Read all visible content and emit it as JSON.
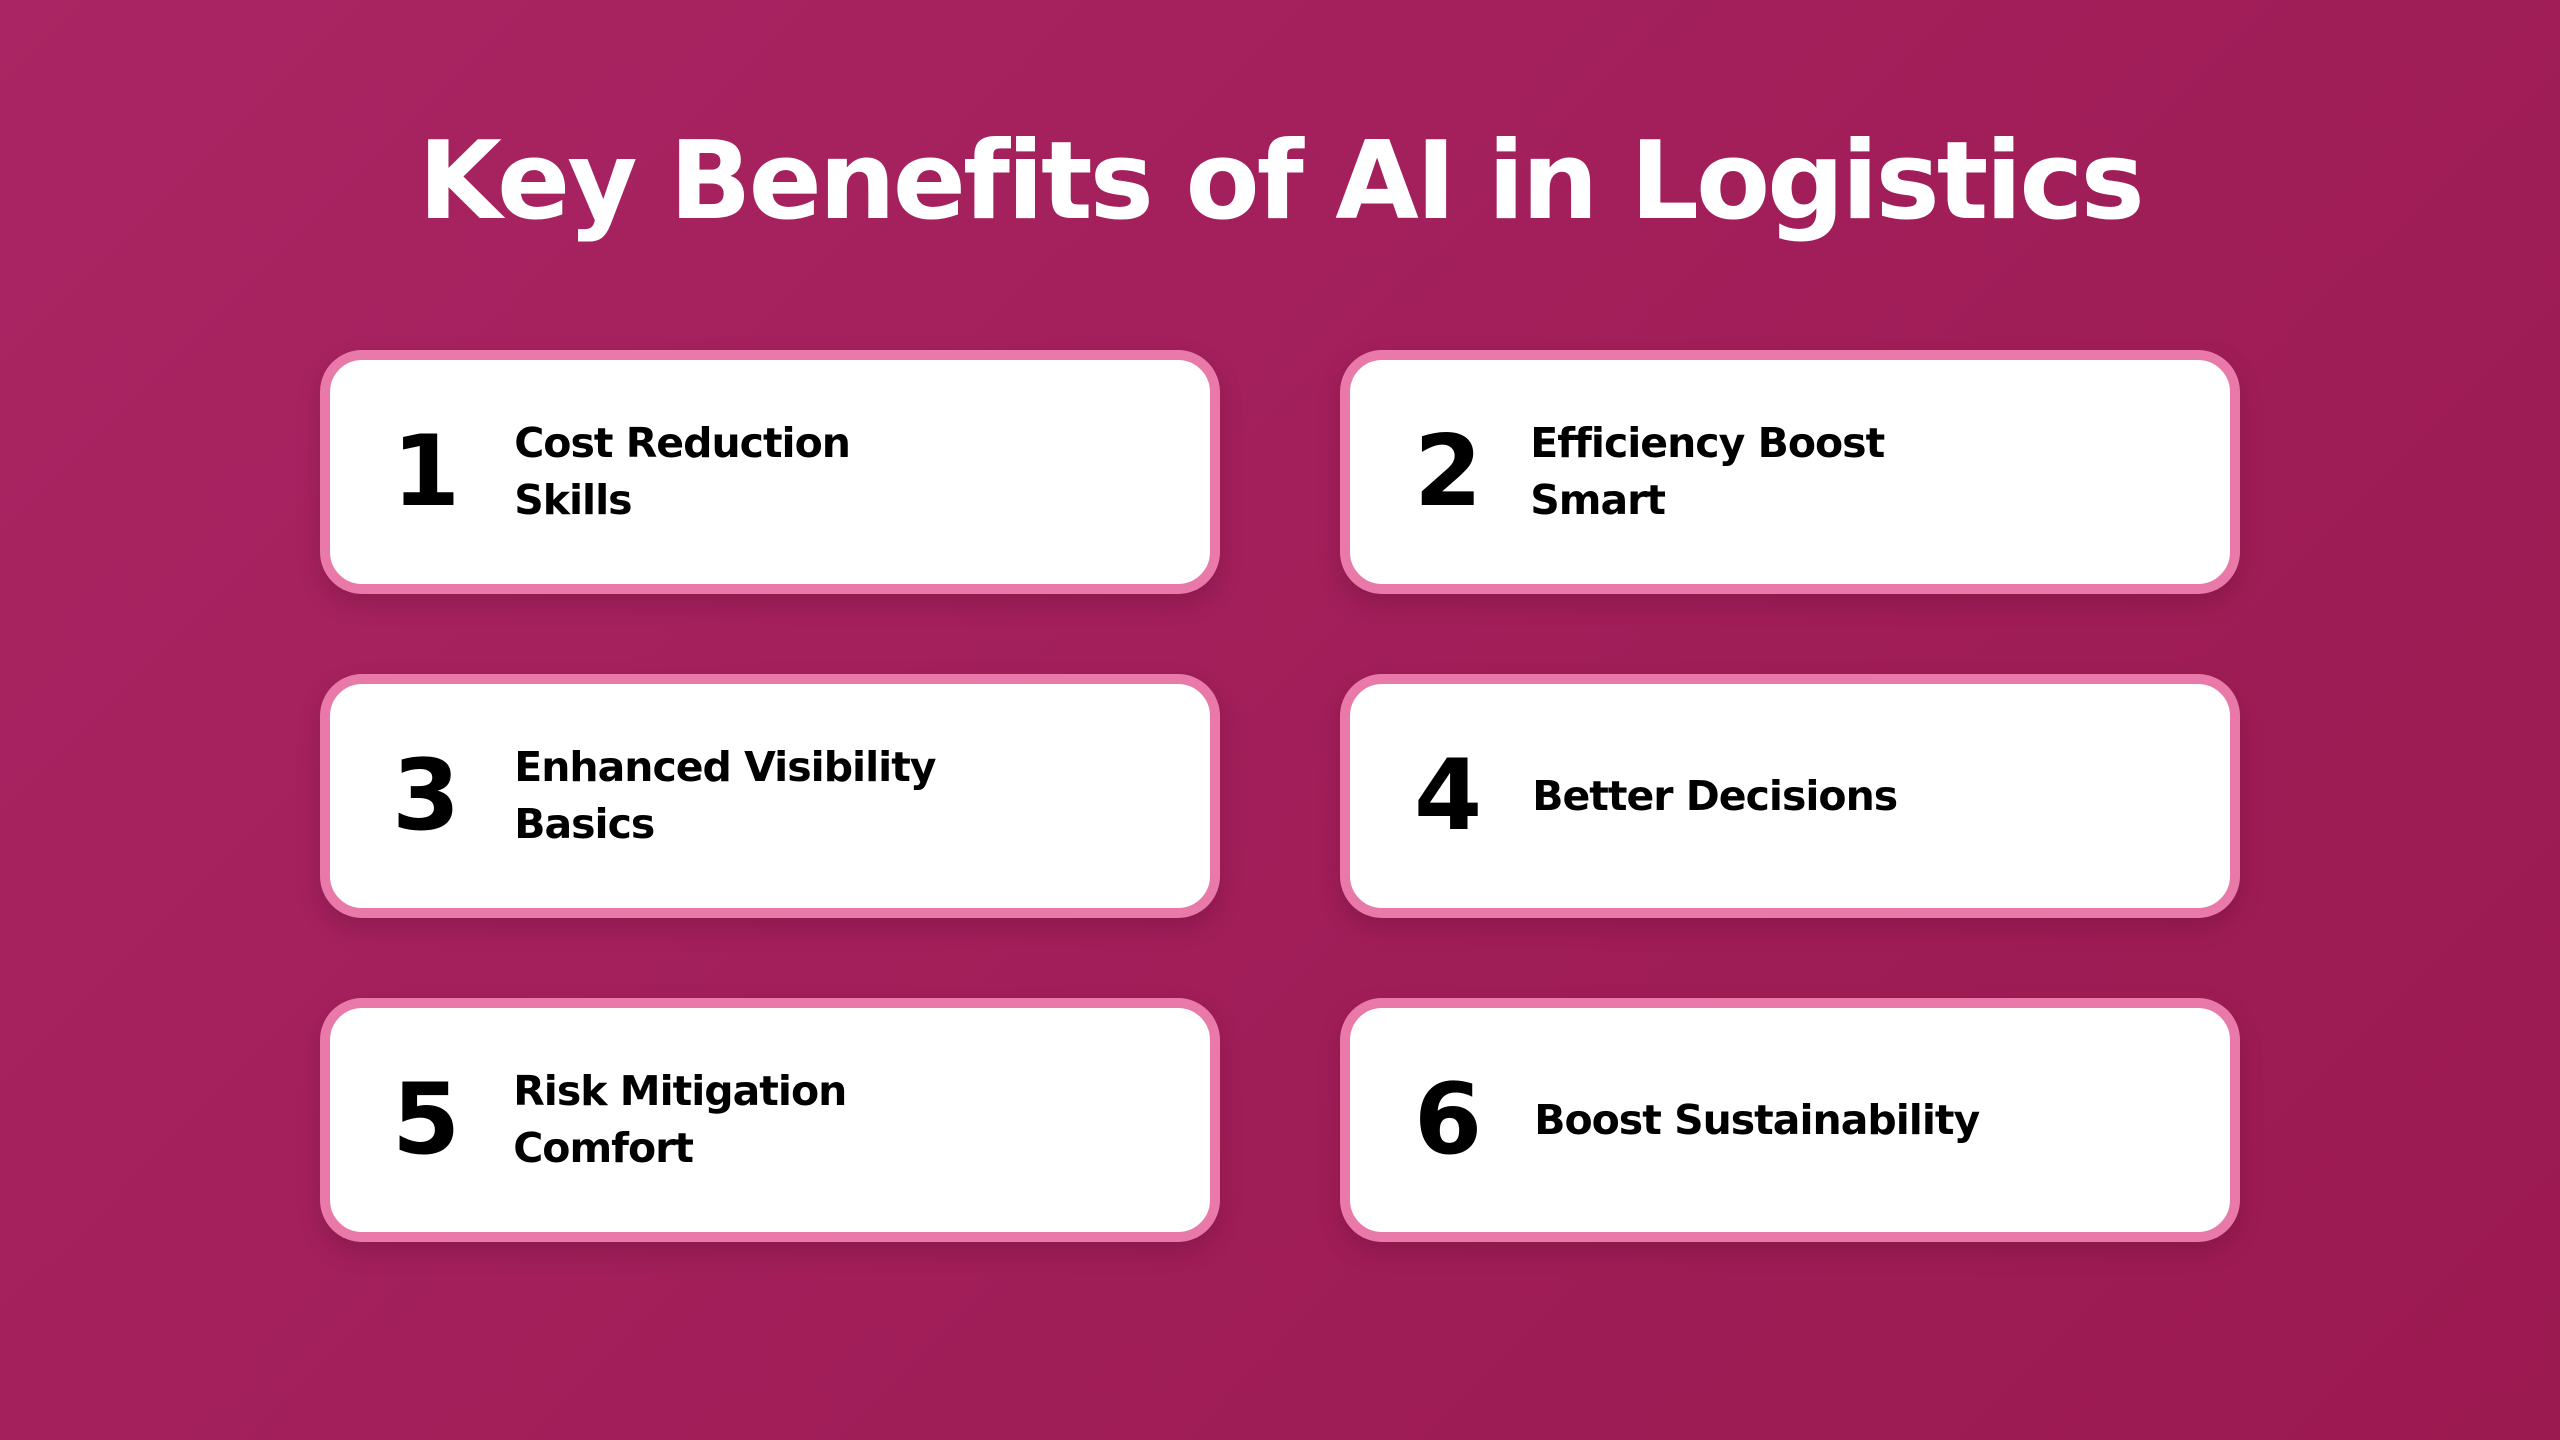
{
  "title": "Key Benefits of AI in Logistics",
  "colors": {
    "background_start": "#a92563",
    "background_end": "#9b1a50",
    "card_border": "#e879a8",
    "card_fill": "#ffffff",
    "title_text": "#ffffff",
    "card_text": "#000000"
  },
  "benefits": [
    {
      "number": "1",
      "line1": "Cost Reduction",
      "line2": "Skills"
    },
    {
      "number": "2",
      "line1": "Efficiency Boost",
      "line2": "Smart"
    },
    {
      "number": "3",
      "line1": "Enhanced Visibility",
      "line2": "Basics"
    },
    {
      "number": "4",
      "line1": "Better Decisions",
      "line2": ""
    },
    {
      "number": "5",
      "line1": "Risk Mitigation",
      "line2": "Comfort"
    },
    {
      "number": "6",
      "line1": "Boost Sustainability",
      "line2": ""
    }
  ]
}
